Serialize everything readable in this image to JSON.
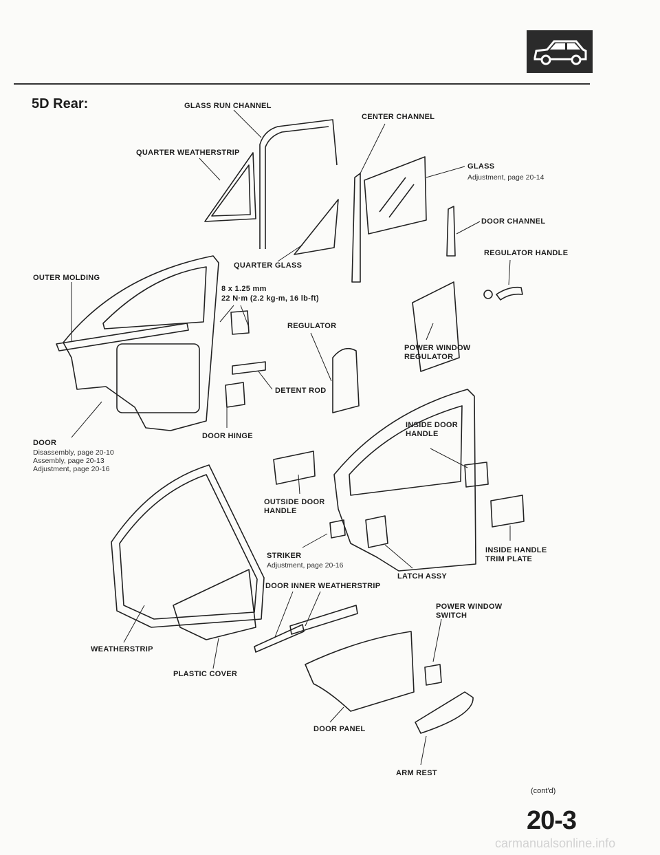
{
  "header": {
    "badge_icon": "car-body-icon",
    "section_title": "5D Rear:"
  },
  "labels": {
    "glass_run_channel": "GLASS RUN CHANNEL",
    "center_channel": "CENTER CHANNEL",
    "quarter_weatherstrip": "QUARTER WEATHERSTRIP",
    "glass": "GLASS",
    "glass_note": "Adjustment, page 20-14",
    "door_channel": "DOOR CHANNEL",
    "regulator_handle": "REGULATOR HANDLE",
    "quarter_glass": "QUARTER GLASS",
    "outer_molding": "OUTER MOLDING",
    "bolt_size": "8 x 1.25 mm",
    "bolt_torque": "22 N·m (2.2 kg-m, 16 lb-ft)",
    "regulator": "REGULATOR",
    "power_window_regulator_1": "POWER WINDOW",
    "power_window_regulator_2": "REGULATOR",
    "detent_rod": "DETENT ROD",
    "door": "DOOR",
    "door_note_1": "Disassembly, page 20-10",
    "door_note_2": "Assembly, page 20-13",
    "door_note_3": "Adjustment, page 20-16",
    "door_hinge": "DOOR HINGE",
    "inside_door_handle_1": "INSIDE DOOR",
    "inside_door_handle_2": "HANDLE",
    "outside_door_handle_1": "OUTSIDE DOOR",
    "outside_door_handle_2": "HANDLE",
    "striker": "STRIKER",
    "striker_note": "Adjustment, page 20-16",
    "inside_handle_trim_1": "INSIDE HANDLE",
    "inside_handle_trim_2": "TRIM PLATE",
    "latch_assy": "LATCH ASSY",
    "door_inner_weatherstrip": "DOOR INNER WEATHERSTRIP",
    "power_window_switch_1": "POWER WINDOW",
    "power_window_switch_2": "SWITCH",
    "weatherstrip": "WEATHERSTRIP",
    "plastic_cover": "PLASTIC  COVER",
    "door_panel": "DOOR PANEL",
    "arm_rest": "ARM REST"
  },
  "footer": {
    "contd": "(cont'd)",
    "page_number": "20-3",
    "watermark": "carmanualsonline.info"
  }
}
